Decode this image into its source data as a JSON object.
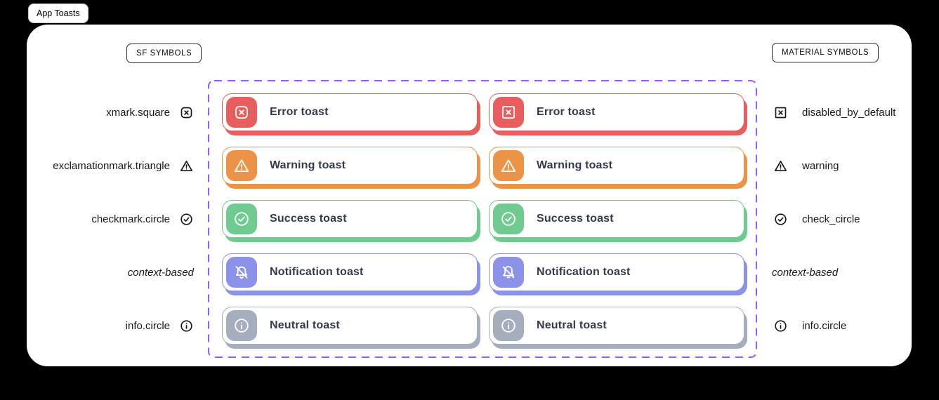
{
  "app_chip": {
    "label": "App Toasts"
  },
  "headers": {
    "sf": "SF SYMBOLS",
    "material": "MATERIAL SYMBOLS"
  },
  "colors": {
    "error": "#E85D5D",
    "warning": "#EB9447",
    "success": "#6FCB90",
    "notification": "#8B92E8",
    "neutral": "#A5AEBD",
    "panel_border": "#9B5CF6",
    "toast_text": "#343B4C"
  },
  "rows": [
    {
      "sf_label": "xmark.square",
      "sf_icon": "xmark-square-icon",
      "material_label": "disabled_by_default",
      "material_icon": "square-xmark-icon",
      "toast_label": "Error toast",
      "color": "#E85D5D"
    },
    {
      "sf_label": "exclamationmark.triangle",
      "sf_icon": "triangle-exclamation-icon",
      "material_label": "warning",
      "material_icon": "triangle-exclamation-icon",
      "toast_label": "Warning toast",
      "color": "#EB9447"
    },
    {
      "sf_label": "checkmark.circle",
      "sf_icon": "circle-checkmark-icon",
      "material_label": "check_circle",
      "material_icon": "circle-checkmark-icon",
      "toast_label": "Success toast",
      "color": "#6FCB90"
    },
    {
      "sf_label": "context-based",
      "sf_icon": null,
      "material_label": "context-based",
      "material_icon": null,
      "toast_label": "Notification toast",
      "color": "#8B92E8"
    },
    {
      "sf_label": "info.circle",
      "sf_icon": "circle-info-icon",
      "material_label": "info.circle",
      "material_icon": "circle-info-icon",
      "toast_label": "Neutral toast",
      "color": "#A5AEBD"
    }
  ]
}
